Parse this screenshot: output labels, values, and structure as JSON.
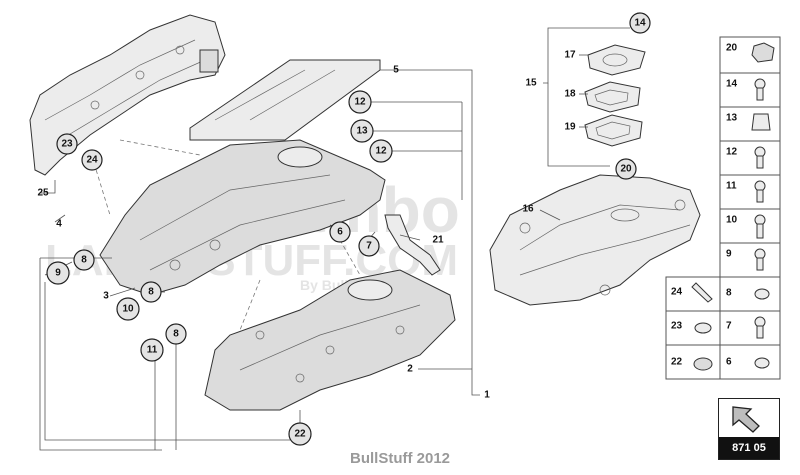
{
  "diagram": {
    "callouts": [
      {
        "id": "c1",
        "label": "1"
      },
      {
        "id": "c2",
        "label": "2"
      },
      {
        "id": "c3",
        "label": "3"
      },
      {
        "id": "c4",
        "label": "4"
      },
      {
        "id": "c5",
        "label": "5"
      },
      {
        "id": "c6",
        "label": "6"
      },
      {
        "id": "c7",
        "label": "7"
      },
      {
        "id": "c8",
        "label": "8"
      },
      {
        "id": "c9",
        "label": "9"
      },
      {
        "id": "c10",
        "label": "10"
      },
      {
        "id": "c11",
        "label": "11"
      },
      {
        "id": "c12",
        "label": "12"
      },
      {
        "id": "c13",
        "label": "13"
      },
      {
        "id": "c14",
        "label": "14"
      },
      {
        "id": "c15",
        "label": "15"
      },
      {
        "id": "c16",
        "label": "16"
      },
      {
        "id": "c17",
        "label": "17"
      },
      {
        "id": "c18",
        "label": "18"
      },
      {
        "id": "c19",
        "label": "19"
      },
      {
        "id": "c20",
        "label": "20"
      },
      {
        "id": "c21",
        "label": "21"
      },
      {
        "id": "c22",
        "label": "22"
      },
      {
        "id": "c23",
        "label": "23"
      },
      {
        "id": "c24",
        "label": "24"
      },
      {
        "id": "c25",
        "label": "25"
      }
    ],
    "watermark": {
      "line1": "Lambo",
      "line2": "LAMBOSTUFF.COM",
      "tagline": "By BullStuff"
    }
  },
  "parts_table": {
    "left_column": [
      "24",
      "23",
      "22"
    ],
    "right_column": [
      "20",
      "14",
      "13",
      "12",
      "11",
      "10",
      "9",
      "8",
      "7",
      "6"
    ]
  },
  "reference": {
    "code": "871 05"
  },
  "footer": {
    "credit": "BullStuff 2012"
  }
}
